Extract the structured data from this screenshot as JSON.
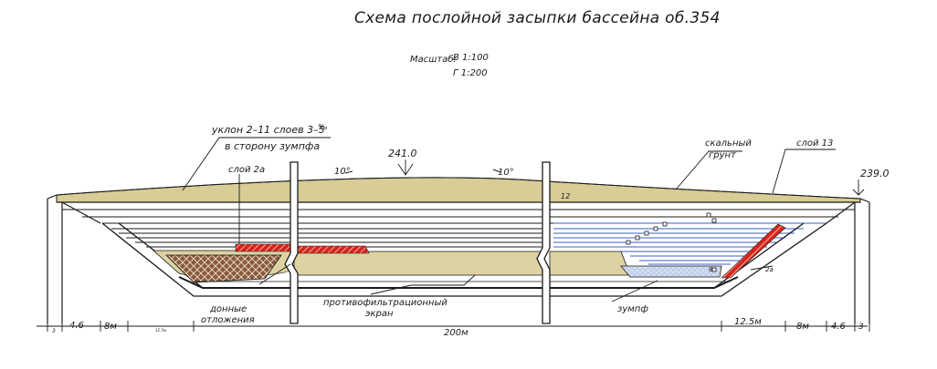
{
  "title": "Схема послойной засыпки бассейна об.354",
  "scale": {
    "label": "Масштаб:",
    "vertical": "В 1:100",
    "horizontal": "Г 1:200"
  },
  "annotations": {
    "slope_line1": "уклон 2–11 слоев 3–5",
    "slope_unit": "‰",
    "slope_line2": "в сторону зумпфа",
    "crest_elev": "241.0",
    "right_elev": "239.0",
    "grade_left": "10°",
    "grade_right": "10°",
    "layer_2a": "слой 2а",
    "rock_line1": "скальный",
    "rock_line2": "грунт",
    "layer_13": "слой 13",
    "layer_12": "12",
    "bottom_line1": "донные",
    "bottom_line2": "отложения",
    "screen_line1": "противофильтрационный",
    "screen_line2": "экран",
    "sump": "зумпф",
    "label_2a_small": "2а",
    "label_8": "8"
  },
  "dimensions": {
    "d3_left": "3",
    "d46_left": "4.6",
    "d8m_left": "8м",
    "d128_left": "12.5м",
    "d200": "200м",
    "d125_right": "12.5м",
    "d8m_right": "8м",
    "d46_right": "4.6",
    "d3_right": "3"
  },
  "colors": {
    "fill_tan": "#ddd3a2",
    "cover_tan": "#d8cc97",
    "sediment_brown": "#8a5a3c",
    "red_layer": "#d8261c",
    "blue_layer": "#3a5fc8",
    "sump_blue": "#c3d1ea",
    "line": "#1a1a1a"
  }
}
